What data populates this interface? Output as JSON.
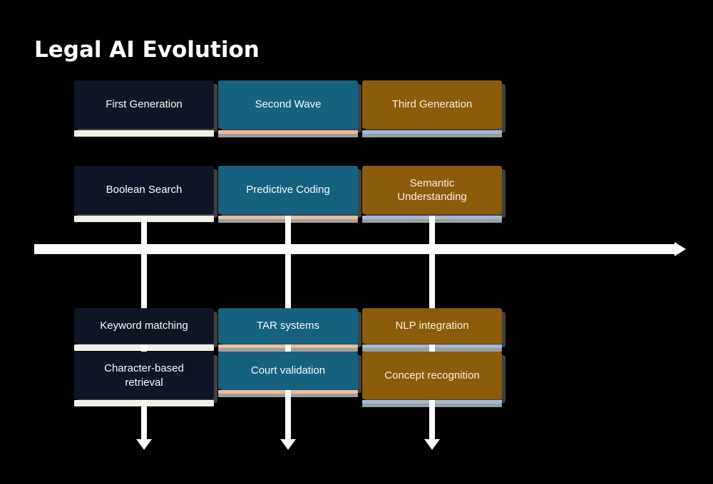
{
  "title": "Legal AI Evolution",
  "colors": {
    "background": "#000000",
    "navy": "#0e1626",
    "teal": "#156180",
    "gold": "#8b5c09",
    "cream": "#f2efe4",
    "peach": "#e9bd9d",
    "lightblue": "#9fb8da",
    "gray": "#9e9e9e",
    "white": "#ffffff"
  },
  "icons": {
    "axis_end": "arrow-right-icon",
    "branch_end": "arrow-down-icon"
  },
  "columns": [
    {
      "header": "First Generation",
      "era": "Boolean Search",
      "features": [
        "Keyword matching",
        "Character-based retrieval"
      ]
    },
    {
      "header": "Second Wave",
      "era": "Predictive Coding",
      "features": [
        "TAR systems",
        "Court validation"
      ]
    },
    {
      "header": "Third Generation",
      "era": "Semantic Understanding",
      "features": [
        "NLP integration",
        "Concept recognition"
      ]
    }
  ]
}
